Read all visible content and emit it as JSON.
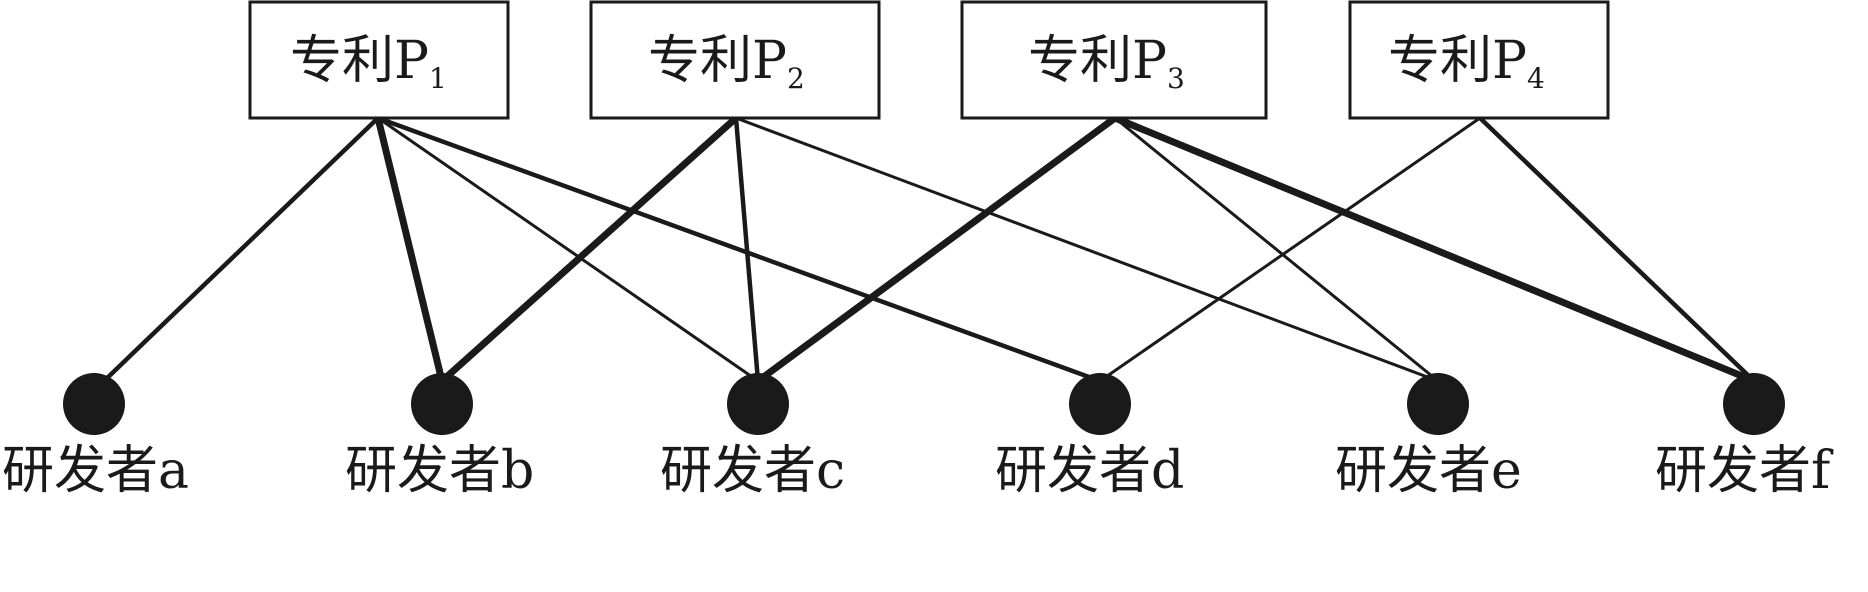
{
  "diagram": {
    "patents": [
      {
        "id": "P1",
        "prefix": "专利P",
        "subscript": "1"
      },
      {
        "id": "P2",
        "prefix": "专利P",
        "subscript": "2"
      },
      {
        "id": "P3",
        "prefix": "专利P",
        "subscript": "3"
      },
      {
        "id": "P4",
        "prefix": "专利P",
        "subscript": "4"
      }
    ],
    "researchers": [
      {
        "id": "a",
        "label": "研发者a"
      },
      {
        "id": "b",
        "label": "研发者b"
      },
      {
        "id": "c",
        "label": "研发者c"
      },
      {
        "id": "d",
        "label": "研发者d"
      },
      {
        "id": "e",
        "label": "研发者e"
      },
      {
        "id": "f",
        "label": "研发者f"
      }
    ],
    "links": [
      {
        "from": "P1",
        "to": "a",
        "weight": 2
      },
      {
        "from": "P1",
        "to": "b",
        "weight": 3
      },
      {
        "from": "P1",
        "to": "c",
        "weight": 1
      },
      {
        "from": "P1",
        "to": "d",
        "weight": 2
      },
      {
        "from": "P2",
        "to": "b",
        "weight": 3
      },
      {
        "from": "P2",
        "to": "c",
        "weight": 2
      },
      {
        "from": "P2",
        "to": "e",
        "weight": 1
      },
      {
        "from": "P3",
        "to": "c",
        "weight": 3
      },
      {
        "from": "P3",
        "to": "e",
        "weight": 1
      },
      {
        "from": "P3",
        "to": "f",
        "weight": 3
      },
      {
        "from": "P4",
        "to": "d",
        "weight": 1
      },
      {
        "from": "P4",
        "to": "f",
        "weight": 2
      }
    ]
  }
}
